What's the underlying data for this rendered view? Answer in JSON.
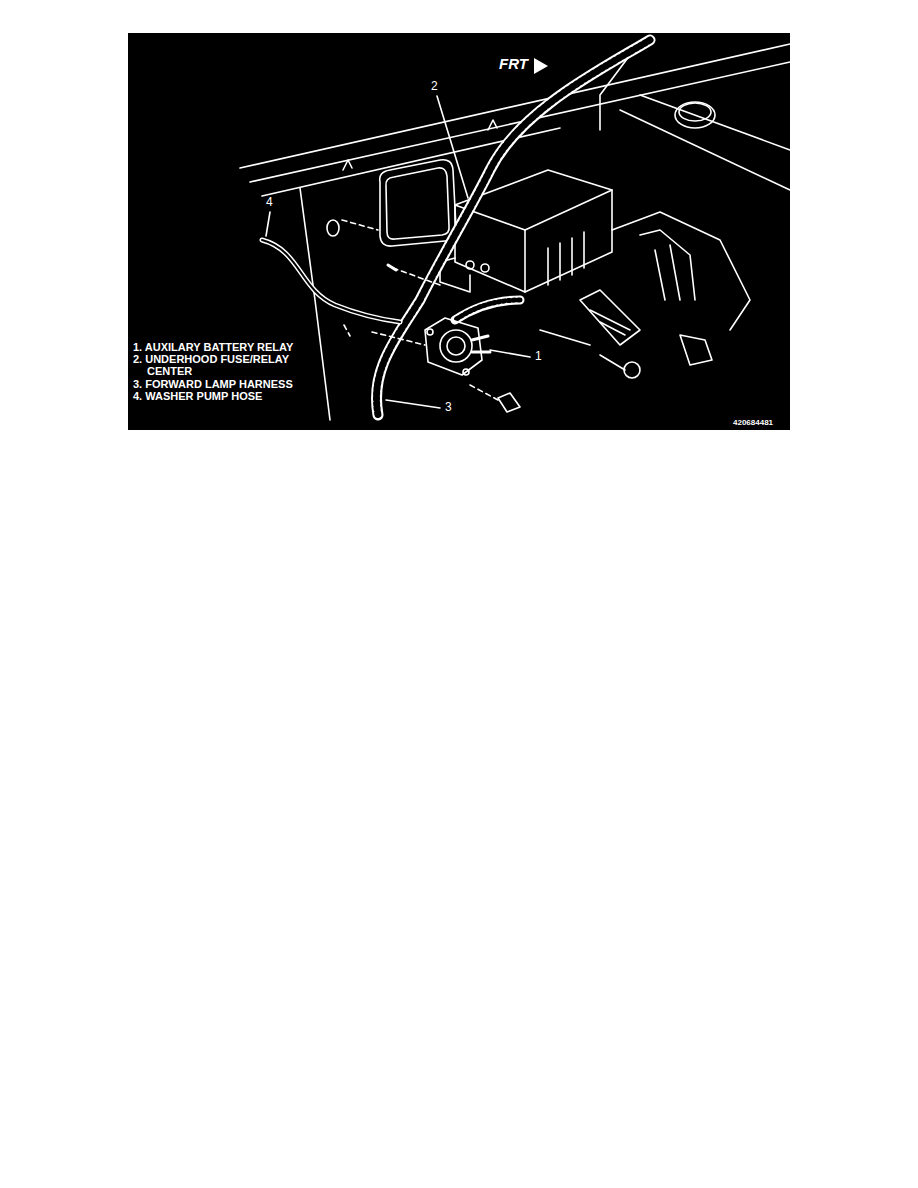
{
  "diagram": {
    "labels": [
      "FRT",
      "2",
      "4",
      "1",
      "3",
      "1. AUXILARY BATTERY RELAY",
      "2. UNDERHOOD FUSE/RELAY CENTER",
      "3. FORWARD LAMP HARNESS",
      "4. WASHER PUMP HOSE",
      "420684481"
    ]
  }
}
